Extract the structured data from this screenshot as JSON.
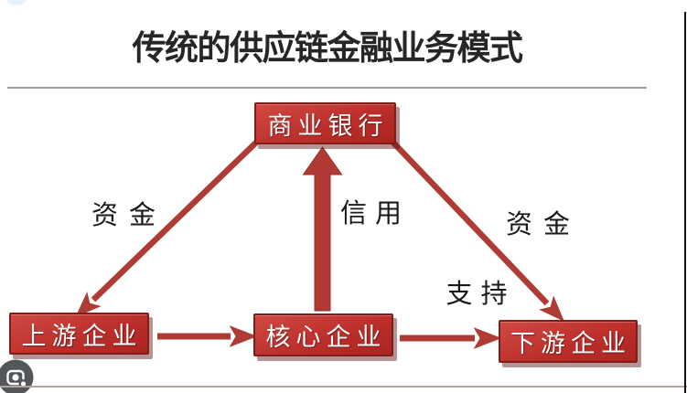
{
  "title": "传统的供应链金融业务模式",
  "diagram": {
    "nodes": {
      "bank": {
        "label": "商业银行"
      },
      "upstream": {
        "label": "上游企业"
      },
      "core": {
        "label": "核心企业"
      },
      "downstream": {
        "label": "下游企业"
      }
    },
    "edges": [
      {
        "from": "bank",
        "to": "upstream",
        "label": "资金",
        "style": "diagonal-arrow"
      },
      {
        "from": "bank",
        "to": "downstream",
        "label": "资金",
        "style": "diagonal-arrow"
      },
      {
        "from": "core",
        "to": "bank",
        "label": "信用支持",
        "style": "thick-up-arrow"
      },
      {
        "from": "upstream",
        "to": "core",
        "label": "",
        "style": "horizontal-arrow"
      },
      {
        "from": "core",
        "to": "downstream",
        "label": "",
        "style": "horizontal-arrow"
      }
    ],
    "labels": {
      "funds_left": "资金",
      "funds_right": "资金",
      "credit_line1": "信用",
      "credit_line2": "支持"
    }
  },
  "overlay": {
    "lens_icon": "google-lens-camera-icon"
  },
  "colors": {
    "node_fill": "#bd2f2b",
    "node_fill_light": "#cf4a42",
    "node_border": "#7e1d1a",
    "node_shadow": "#5c1512",
    "arrow": "#ae3b34",
    "title_text": "#262626",
    "label_text": "#1a1a1a",
    "divider": "#9e9e9e",
    "bottom_line": "#b5a3a1",
    "edge_line": "#111111",
    "lens_bg": "#54575a",
    "lens_glyph": "#ffffff",
    "corner_oval": "#e7f0fb"
  }
}
